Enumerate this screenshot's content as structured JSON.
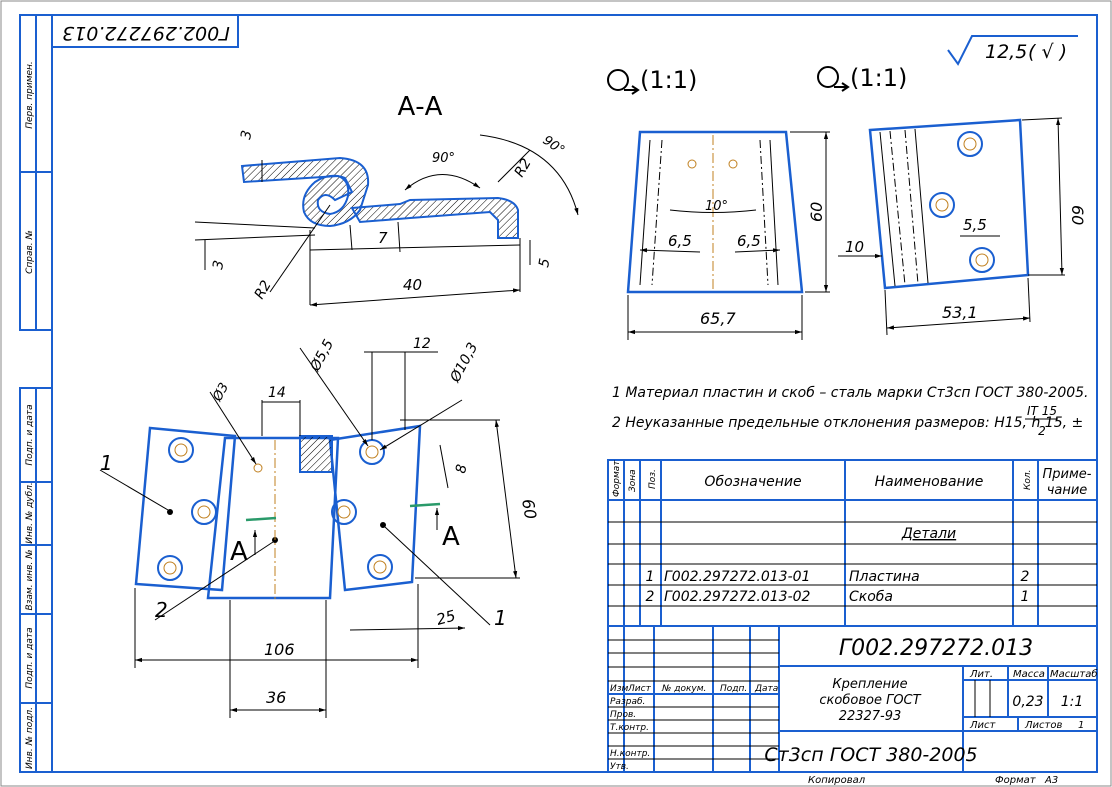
{
  "top_stamp": "Г002.297272.013",
  "roughness": {
    "value": "12,5",
    "suffix": "( √ )"
  },
  "section": {
    "title": "А-А"
  },
  "view_scale_left": "(1:1)",
  "view_scale_right": "(1:1)",
  "side_labels": [
    "Перв. примен.",
    "Справ. №",
    "Подп. и дата",
    "Инв. № дубл.",
    "Взам. инв. №",
    "Подп. и дата",
    "Инв. № подл."
  ],
  "dims": {
    "s3a": "3",
    "s3b": "3",
    "s7": "7",
    "s40": "40",
    "s5": "5",
    "r2a": "R2",
    "r2b": "R2",
    "ang90a": "90°",
    "ang90b": "90°",
    "v10": "10°",
    "v6_5a": "6,5",
    "v6_5b": "6,5",
    "v60a": "60",
    "v65_7": "65,7",
    "w10": "10",
    "w5_5": "5,5",
    "w60": "60",
    "w53_1": "53,1",
    "d5_5": "Ø5,5",
    "d10_3": "Ø10,3",
    "p12": "12",
    "p14": "14",
    "d3": "Ø3",
    "p8": "8",
    "p60": "60",
    "p106": "106",
    "p36": "36",
    "p25": "25"
  },
  "callouts": {
    "c1a": "1",
    "c2": "2",
    "c1b": "1",
    "arrowA1": "А",
    "arrowA2": "А"
  },
  "notes": [
    "1  Материал пластин и скоб – сталь марки Ст3сп ГОСТ 380-2005.",
    "2  Неуказанные предельные отклонения размеров: Н15, h 15, ±"
  ],
  "note2_frac": {
    "num": "IT 15",
    "den": "2"
  },
  "spec": {
    "headers": {
      "format": "Формат",
      "zone": "Зона",
      "pos": "Поз.",
      "designation": "Обозначение",
      "name": "Наименование",
      "qty": "Кол.",
      "note1": "Приме-",
      "note2": "чание"
    },
    "section": "Детали",
    "rows": [
      {
        "pos": "1",
        "designation": "Г002.297272.013-01",
        "name": "Пластина",
        "qty": "2"
      },
      {
        "pos": "2",
        "designation": "Г002.297272.013-02",
        "name": "Скоба",
        "qty": "1"
      }
    ]
  },
  "title_block": {
    "doc_number": "Г002.297272.013",
    "name_lines": [
      "Крепление",
      "скобовое ГОСТ",
      "22327-93"
    ],
    "material": "Ст3сп ГОСТ 380-2005",
    "lit_label": "Лит.",
    "mass_label": "Масса",
    "scale_label": "Масштаб",
    "mass": "0,23",
    "scale": "1:1",
    "sheet_label": "Лист",
    "sheets_label": "Листов",
    "sheets": "1",
    "rev_headers": [
      "Изм",
      "Лист",
      "№ докум.",
      "Подп.",
      "Дата"
    ],
    "roles": [
      "Разраб.",
      "Пров.",
      "Т.контр.",
      "",
      "Н.контр.",
      "Утв."
    ]
  },
  "footer": {
    "copied": "Копировал",
    "format": "Формат",
    "format_value": "А3"
  }
}
